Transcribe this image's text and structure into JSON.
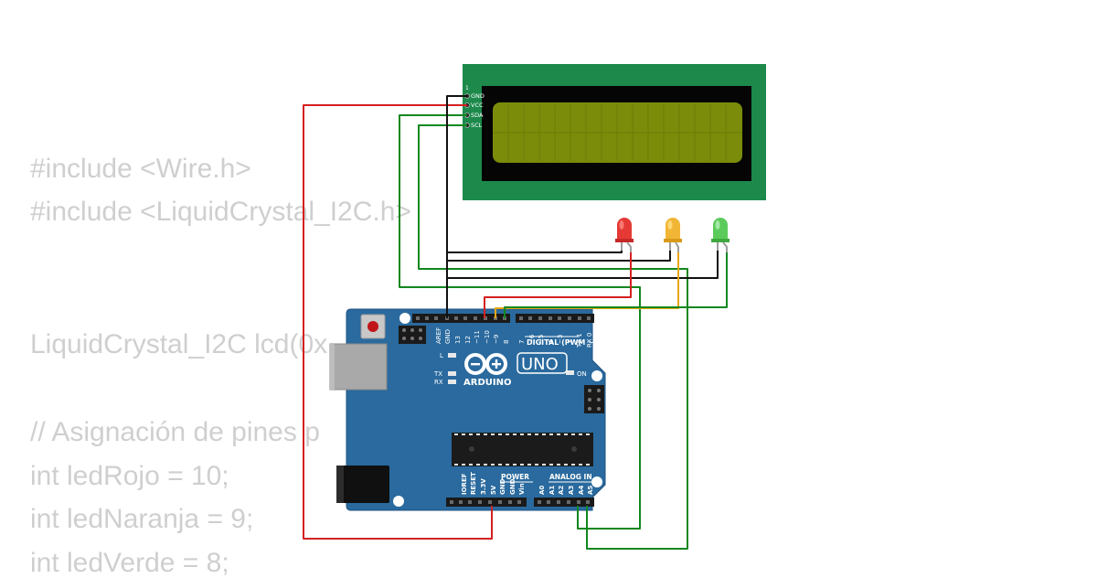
{
  "code": {
    "lines": [
      "#include <Wire.h>",
      "#include <LiquidCrystal_I2C.h>",
      "",
      "LiquidCrystal_I2C lcd(0x",
      "// Asignación de pines p",
      "int ledRojo = 10;",
      "int ledNaranja = 9;",
      "int ledVerde = 8;"
    ]
  },
  "lcd": {
    "pin_one": "1",
    "pins": [
      "GND",
      "VCC",
      "SDA",
      "SCL"
    ]
  },
  "leds": [
    {
      "color_name": "red",
      "color": "#e53935"
    },
    {
      "color_name": "orange",
      "color": "#f2b636"
    },
    {
      "color_name": "green",
      "color": "#5ccb5c"
    }
  ],
  "arduino": {
    "brand": "ARDUINO",
    "model": "UNO",
    "digital_label": "DIGITAL (PWM ~)",
    "power_label": "POWER",
    "analog_label": "ANALOG IN",
    "on_label": "ON",
    "l_label": "L",
    "tx_label": "TX",
    "rx_label": "RX",
    "digital_pins": [
      "AREF",
      "GND",
      "13",
      "12",
      "~11",
      "~10",
      "~9",
      "8",
      "7",
      "~6",
      "~5",
      "4",
      "~3",
      "2",
      "TX 1",
      "RX 0"
    ],
    "power_pins": [
      "IOREF",
      "RESET",
      "3.3V",
      "5V",
      "GND",
      "GND",
      "Vin"
    ],
    "analog_pins": [
      "A0",
      "A1",
      "A2",
      "A3",
      "A4",
      "A5"
    ]
  },
  "colors": {
    "board": "#2a6a9e",
    "lcd_pcb": "#1d8a4c",
    "lcd_screen": "#7a8c0a",
    "wire_red": "#d42020",
    "wire_green": "#11871f",
    "wire_black": "#111111",
    "wire_orange": "#e9a714"
  }
}
